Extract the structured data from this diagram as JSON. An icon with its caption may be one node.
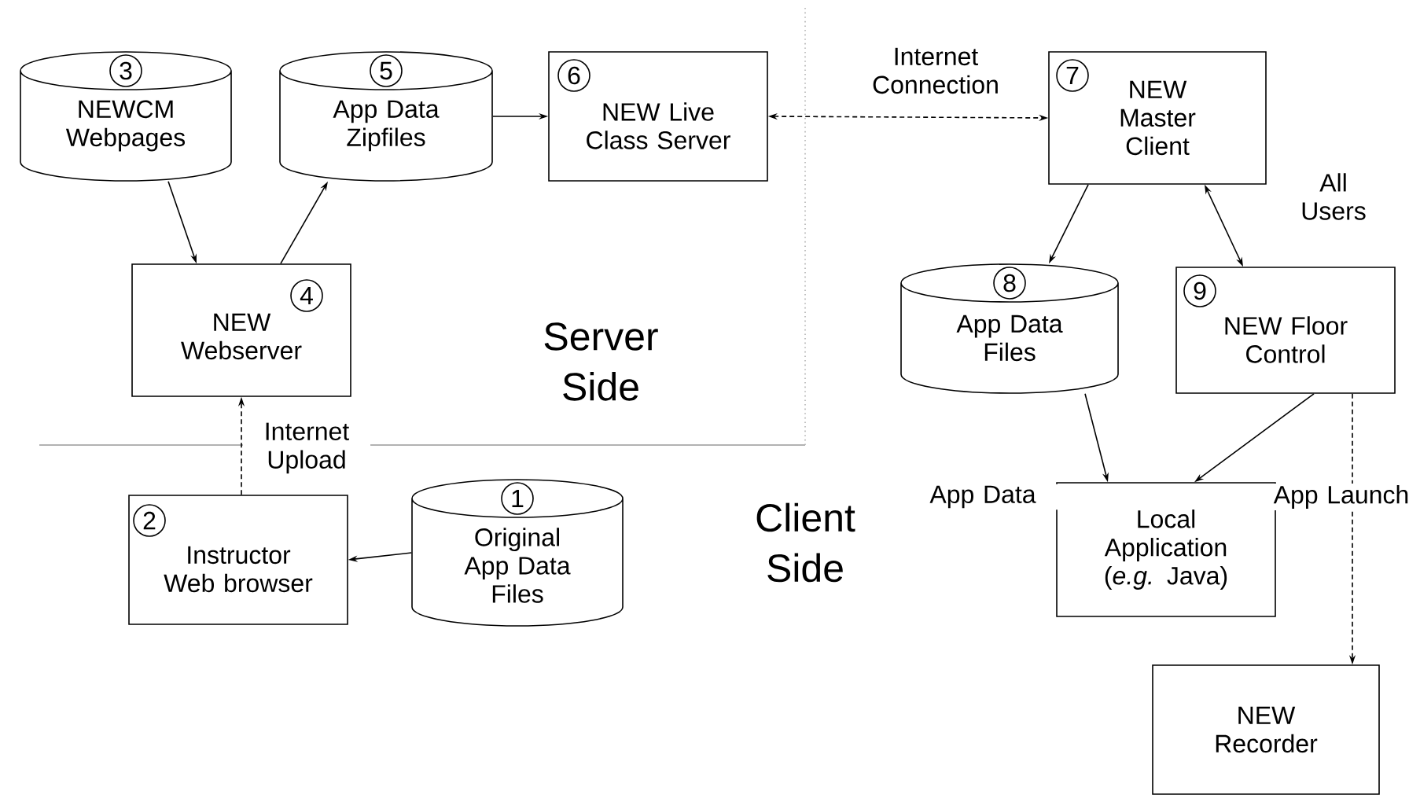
{
  "diagram": {
    "nodes": [
      {
        "text": [
          "3",
          "NEWCM Webpages"
        ]
      },
      {
        "text": [
          "5",
          "App Data Zipfiles"
        ]
      },
      {
        "text": [
          "6",
          "NEW Live Class Server"
        ]
      },
      {
        "text": [
          "7",
          "NEW Master Client"
        ]
      },
      {
        "text": [
          "4",
          "NEW Webserver"
        ]
      },
      {
        "text": [
          "8",
          "App Data Files"
        ]
      },
      {
        "text": [
          "9",
          "NEW Floor Control"
        ]
      },
      {
        "text": [
          "2",
          "Instructor Web browser"
        ]
      },
      {
        "text": [
          "1",
          "Original App Data Files"
        ]
      },
      {
        "text": [
          "Local Application (*e.g.* Java)"
        ]
      },
      {
        "text": [
          "NEW Recorder"
        ]
      }
    ],
    "edges": [
      {
        "from": 0,
        "to": 4,
        "arrow": "to"
      },
      {
        "from": 4,
        "to": 1,
        "arrow": "to"
      },
      {
        "from": 1,
        "to": 2,
        "arrow": "to"
      },
      {
        "from": 2,
        "to": 3,
        "arrow": "both",
        "style": "dashed",
        "label": "Internet Connection"
      },
      {
        "from": 3,
        "to": 5,
        "arrow": "to"
      },
      {
        "from": 3,
        "to": 6,
        "arrow": "both",
        "label": "All Users"
      },
      {
        "from": 7,
        "to": 4,
        "arrow": "to",
        "style": "dashed",
        "label": "Internet Upload"
      },
      {
        "from": 8,
        "to": 7,
        "arrow": "to"
      },
      {
        "from": 5,
        "to": 9,
        "arrow": "to",
        "label": "App Data"
      },
      {
        "from": 6,
        "to": 9,
        "arrow": "to"
      },
      {
        "from": 6,
        "to": 10,
        "arrow": "to",
        "style": "dashed",
        "label": "App Launch"
      }
    ],
    "labels": [
      "Server Side",
      "Client Side"
    ]
  }
}
